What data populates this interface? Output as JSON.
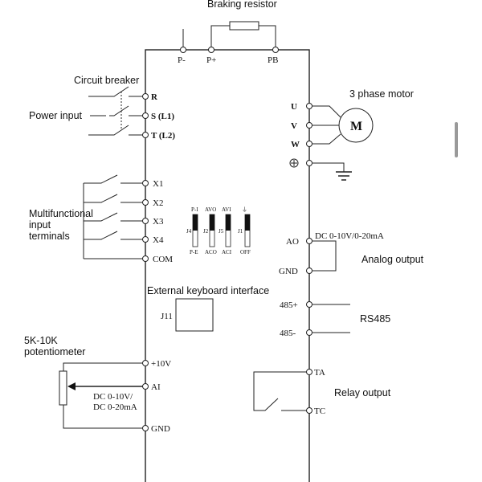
{
  "labels": {
    "braking_resistor": "Braking resistor",
    "circuit_breaker": "Circuit breaker",
    "power_input": "Power input",
    "motor": "3 phase motor",
    "multifunctional_1": "Multifunctional",
    "multifunctional_2": "input",
    "multifunctional_3": "terminals",
    "keyboard_interface": "External keyboard interface",
    "analog_output": "Analog output",
    "rs485": "RS485",
    "potentiometer_1": "5K-10K",
    "potentiometer_2": "potentiometer",
    "relay_output": "Relay output",
    "motor_symbol": "M",
    "keyboard_port": "J11"
  },
  "top_terminals": [
    "P-",
    "P+",
    "PB"
  ],
  "power_terminals": [
    "R",
    "S (L1)",
    "T (L2)"
  ],
  "input_terminals": [
    "X1",
    "X2",
    "X3",
    "X4",
    "COM"
  ],
  "motor_terminals": [
    "U",
    "V",
    "W"
  ],
  "right_terminals": {
    "ao": "AO",
    "ao_range": "DC 0-10V/0-20mA",
    "gnd": "GND",
    "rs485_plus": "485+",
    "rs485_minus": "485-",
    "ta": "TA",
    "tc": "TC"
  },
  "pot_terminals": {
    "plus10v": "+10V",
    "ai": "AI",
    "ai_range_1": "DC 0-10V/",
    "ai_range_2": "DC 0-20mA",
    "gnd": "GND"
  },
  "jumpers": {
    "top": [
      "P-I",
      "AVO",
      "AVI",
      "⏚"
    ],
    "side": [
      "J4",
      "J2",
      "J5",
      "J1"
    ],
    "bottom": [
      "P-E",
      "ACO",
      "ACI",
      "OFF"
    ]
  }
}
